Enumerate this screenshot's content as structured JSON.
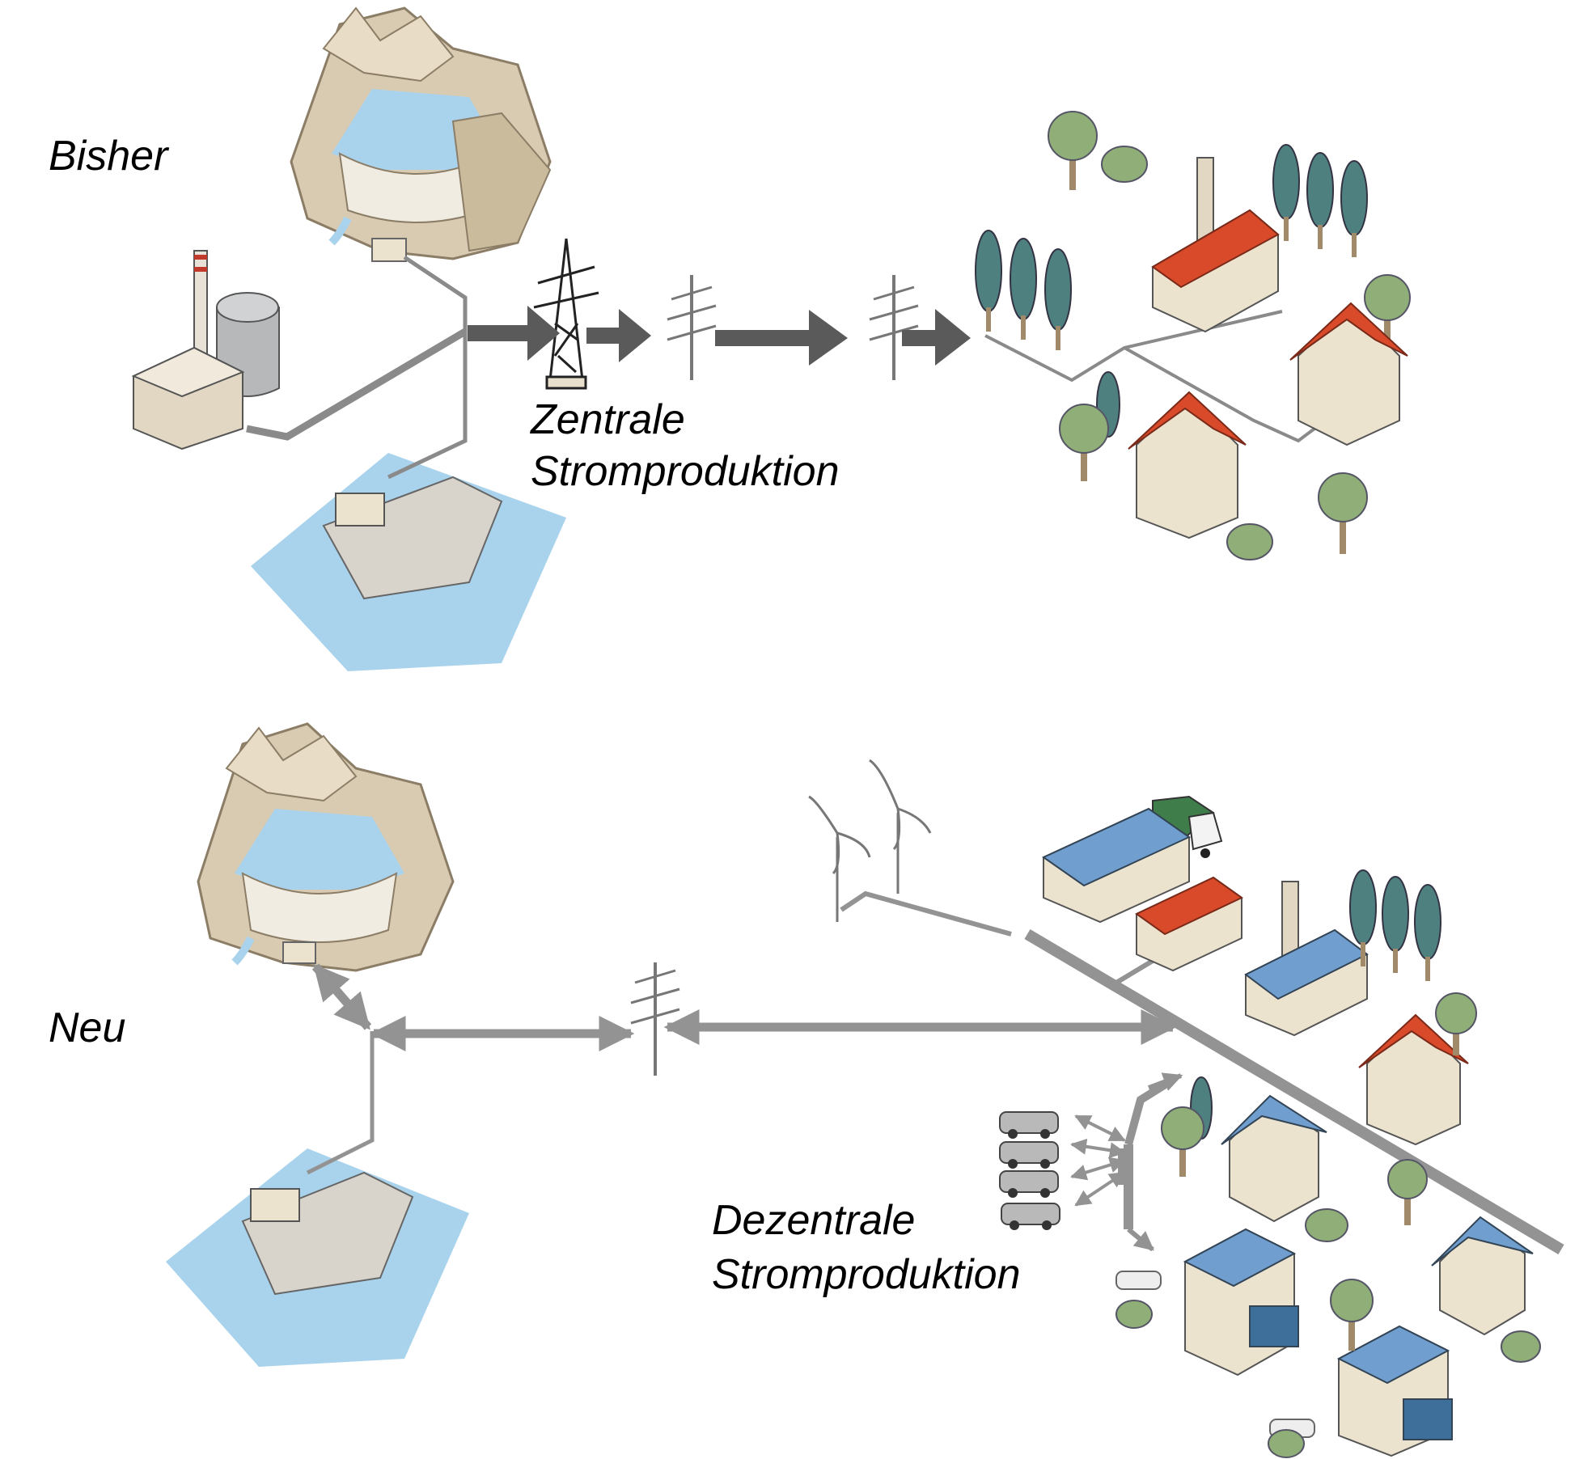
{
  "sections": {
    "old": {
      "title": "Bisher",
      "caption_line1": "Zentrale",
      "caption_line2": "Stromproduktion"
    },
    "new": {
      "title": "Neu",
      "caption_line1": "Dezentrale",
      "caption_line2": "Stromproduktion"
    }
  },
  "colors": {
    "arrow_dark": "#5a5a5a",
    "arrow_light": "#939393",
    "line": "#8a8a8a",
    "water": "#a9d3ec",
    "rock": "#d9cbb2",
    "roof_red": "#d94a2b",
    "tree_green": "#8fae78",
    "cypress": "#4f8080",
    "wall": "#ece3cf",
    "solar": "#6f9ecf"
  },
  "elements": {
    "old": [
      "dam-reservoir",
      "nuclear-plant",
      "river-hydro-plant",
      "lattice-pylon",
      "utility-pole",
      "utility-pole",
      "factory",
      "house",
      "house",
      "trees"
    ],
    "new": [
      "dam-reservoir",
      "river-hydro-plant",
      "utility-pole",
      "wind-turbines",
      "solar-factory",
      "truck",
      "factory",
      "solar-factory",
      "house",
      "solar-houses",
      "electric-cars",
      "apartment-buildings",
      "trees"
    ]
  }
}
